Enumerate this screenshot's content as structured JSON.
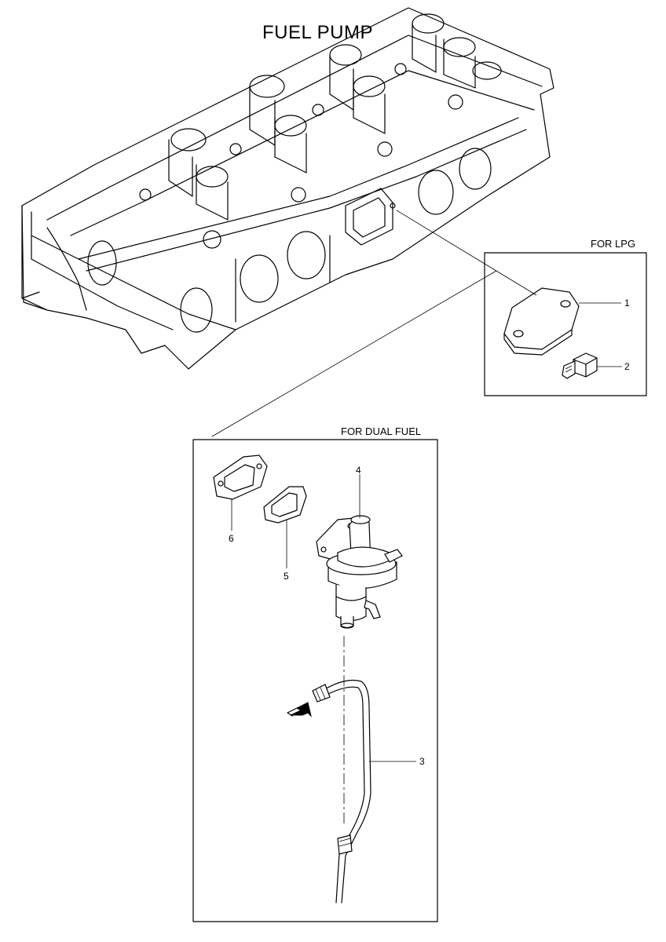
{
  "title": "FUEL PUMP",
  "groups": {
    "lpg": "FOR LPG",
    "dual_fuel": "FOR DUAL FUEL"
  },
  "callouts": {
    "c1": "1",
    "c2": "2",
    "c3": "3",
    "c4": "4",
    "c5": "5",
    "c6": "6"
  }
}
